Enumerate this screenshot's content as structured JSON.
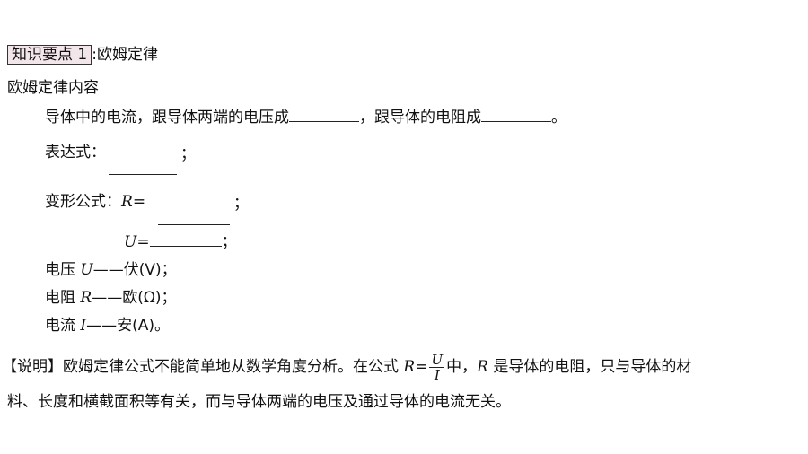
{
  "heading": {
    "box_label": "知识要点 1",
    "colon": ":",
    "title": "欧姆定律"
  },
  "section_title": "欧姆定律内容",
  "content_line": {
    "part1": "导体中的电流，跟导体两端的电压成",
    "part2": "，跟导体的电阻成",
    "end": "。"
  },
  "expression": {
    "label": "表达式：",
    "end": "；"
  },
  "variants": {
    "label": "变形公式：",
    "r_symbol": "R",
    "eq": "=",
    "end": "；",
    "u_symbol": "U"
  },
  "units": {
    "voltage": {
      "name": "电压",
      "symbol": "U",
      "dash": "——",
      "unit": "伏(V)；"
    },
    "resistance": {
      "name": "电阻",
      "symbol": "R",
      "dash": "——",
      "unit": "欧(Ω)；"
    },
    "current": {
      "name": "电流",
      "symbol": "I",
      "dash": "——",
      "unit": "安(A)。"
    }
  },
  "note": {
    "bracket": "【说明】",
    "text1": "欧姆定律公式不能简单地从数学角度分析。在公式",
    "formula_lhs": "R",
    "formula_eq": "=",
    "frac_num": "U",
    "frac_den": "I",
    "text2": "中，",
    "r_symbol": "R",
    "text3": "是导体的电阻，只与导体的材",
    "line2": "料、长度和横截面积等有关，而与导体两端的电压及通过导体的电流无关。"
  }
}
